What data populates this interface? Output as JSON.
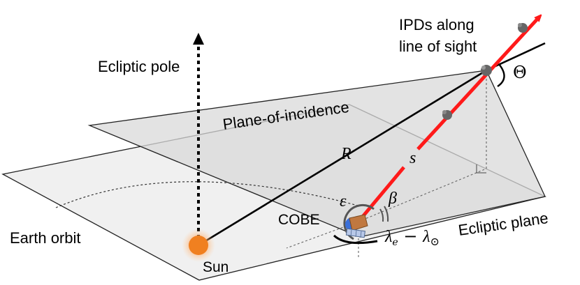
{
  "labels": {
    "ecliptic_pole": "Ecliptic pole",
    "plane_of_incidence": "Plane-of-incidence",
    "ipds_line1": "IPDs along",
    "ipds_line2": "line of sight",
    "theta": "Θ",
    "r": "R",
    "s": "s",
    "epsilon": "ε",
    "beta": "β",
    "cobe": "COBE",
    "lambda_expr": "λe − λ⊙",
    "lambda": "λ",
    "lambda_e_sub": "e",
    "minus": " − ",
    "lambda_sun_sub": "⊙",
    "ecliptic_plane": "Ecliptic plane",
    "earth_orbit": "Earth orbit",
    "sun": "Sun"
  },
  "colors": {
    "line_of_sight": "#ff1a1a",
    "sun": "#f08020",
    "sun_glow": "#ffb070",
    "plane_fill": "#efefef",
    "plane_of_incidence_fill": "#dcdcdc",
    "cobe_body": "#3a6fd8",
    "cobe_panel": "#b8c8e8",
    "dust_particle": "#666666"
  }
}
